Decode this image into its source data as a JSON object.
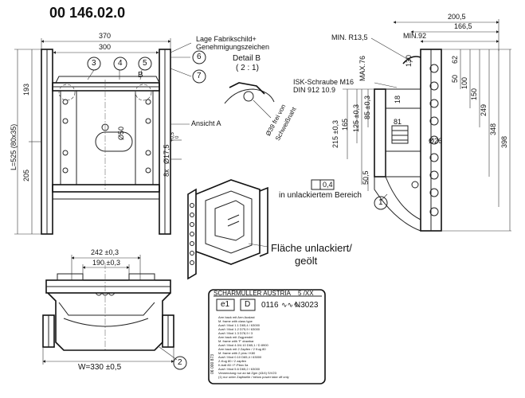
{
  "drawing_number": "00 146.02.0",
  "front_view": {
    "dims": {
      "overall_width": "370",
      "inner_width": "300",
      "upper_height": "193",
      "lower_height": "205",
      "total_length": "L=525 (80x35)",
      "hole_dia": "Ø50",
      "pin_dia": "Ø17,5",
      "pin_tol_upper": "+0,5",
      "pin_tol_lower": "0",
      "pin_count": "8x"
    },
    "balloons": [
      "3",
      "4",
      "5",
      "6",
      "7"
    ],
    "detail_ref": "B",
    "label_plate": "Lage Fabrikschild+",
    "label_plate2": "Genehmigungszeichen",
    "view_a": "Ansicht A"
  },
  "detail_b": {
    "title": "Detail B",
    "scale": "( 2 : 1)",
    "note1": "Ø39 frei von",
    "note2": "Schweißnaht"
  },
  "side_view": {
    "dims": {
      "d200": "200,5",
      "d166": "166,5",
      "min92": "MIN.92",
      "r13": "MIN. R13,5",
      "max76": "MAX.76",
      "d130": "130",
      "d62": "62",
      "d50": "50",
      "d100": "100",
      "d150": "150",
      "d249": "249",
      "d348": "348",
      "d398": "398",
      "d18": "18",
      "d81": "81",
      "d85": "85 ±0,3",
      "d125": "125 ±0,3",
      "d165": "165",
      "d215": "215 ±0,3",
      "d26": "Ø26",
      "d505": "50,5"
    },
    "screw1": "ISK-Schraube M16",
    "screw2": "DIN 912 10.9",
    "flatness": "0,4",
    "flatness_note": "in unlackiertem Bereich",
    "balloon": "1"
  },
  "iso_note1": "Fläche unlackiert/",
  "iso_note2": "geölt",
  "bottom_view": {
    "d242": "242 ±0,3",
    "d190": "190 ±0,3",
    "width": "W=330 ±0,5",
    "balloon": "2"
  },
  "nameplate": {
    "maker": "SCHARMÜLLER AUSTRIA",
    "version": "5 /XX",
    "cell1": "e1",
    "cell2": "D",
    "approval": "0116",
    "wave": "∿∿∿",
    "code": "N3023",
    "serial": "06 000 873",
    "rows": [
      "Arm back mit Arm Auslast",
      "M. frame with class type",
      "Ausf / Mod 1.1    D65,4 / 63000",
      "Ausf / Mod 1.2    D75,9 / 63000",
      "Ausf / Mod 1.3    D78,9 / 3",
      "Arm back mit Zugpendel",
      "M. frame with 'F' drawbar",
      "Ausf / Mod 4.0/4.10      D65,1 / D 8900",
      "Arm back mit 2 Zapfen / 2 Kug 80",
      "M. frame with 2 pins / K80",
      "Ausf / Mod 0.10          D65,4 / 63000",
      "Z-Kug 80 / 2 zapfen",
      "K-ball 80 / F-Pilan 3a",
      "Ausf / Mod 5.6           D65,2 / 63000",
      "Verwendung nur an tat Zgm (43/4) S/V23",
      "(1) nur unter Zapfwelle / below power take off only"
    ]
  }
}
